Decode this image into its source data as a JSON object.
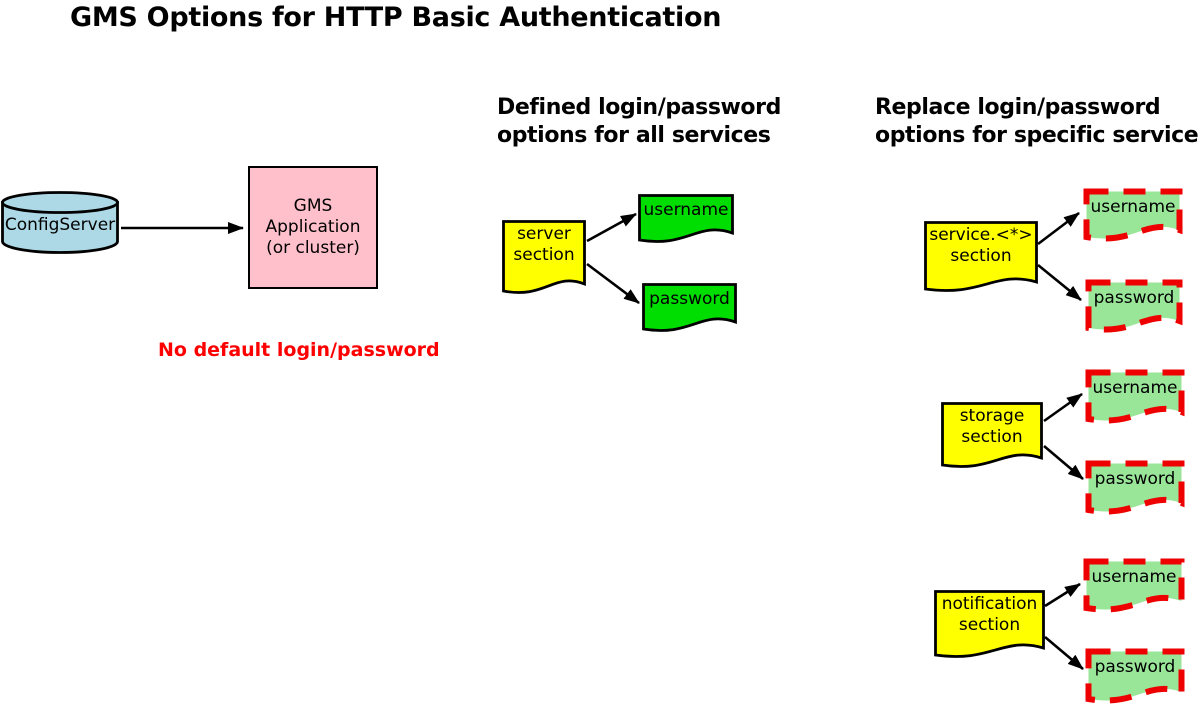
{
  "title": "GMS Options for HTTP Basic Authentication",
  "note": "No default login/password",
  "left": {
    "config_server": "ConfigServer",
    "gms_app": "GMS\nApplication\n(or cluster)"
  },
  "middle": {
    "heading": "Defined login/password\noptions for all services",
    "source": "server\nsection",
    "targets": [
      "username",
      "password"
    ]
  },
  "right": {
    "heading": "Replace login/password\noptions for specific service",
    "groups": [
      {
        "source": "service.<*>\nsection",
        "targets": [
          "username",
          "password"
        ]
      },
      {
        "source": "storage\nsection",
        "targets": [
          "username",
          "password"
        ]
      },
      {
        "source": "notification\nsection",
        "targets": [
          "username",
          "password"
        ]
      }
    ]
  },
  "connections": [
    {
      "from": "ConfigServer",
      "to": "GMS Application (or cluster)"
    },
    {
      "from": "server section",
      "to": "username"
    },
    {
      "from": "server section",
      "to": "password"
    },
    {
      "from": "service.<*> section",
      "to": "username"
    },
    {
      "from": "service.<*> section",
      "to": "password"
    },
    {
      "from": "storage section",
      "to": "username"
    },
    {
      "from": "storage section",
      "to": "password"
    },
    {
      "from": "notification section",
      "to": "username"
    },
    {
      "from": "notification section",
      "to": "password"
    }
  ],
  "colors": {
    "section_yellow": "#ffff00",
    "defined_green": "#00dd00",
    "replace_pale_green": "#99e699",
    "replace_dash_red": "#ee0000",
    "app_pink": "#ffc0cb",
    "server_blue": "#add8e6",
    "note_red": "#ff0000"
  }
}
